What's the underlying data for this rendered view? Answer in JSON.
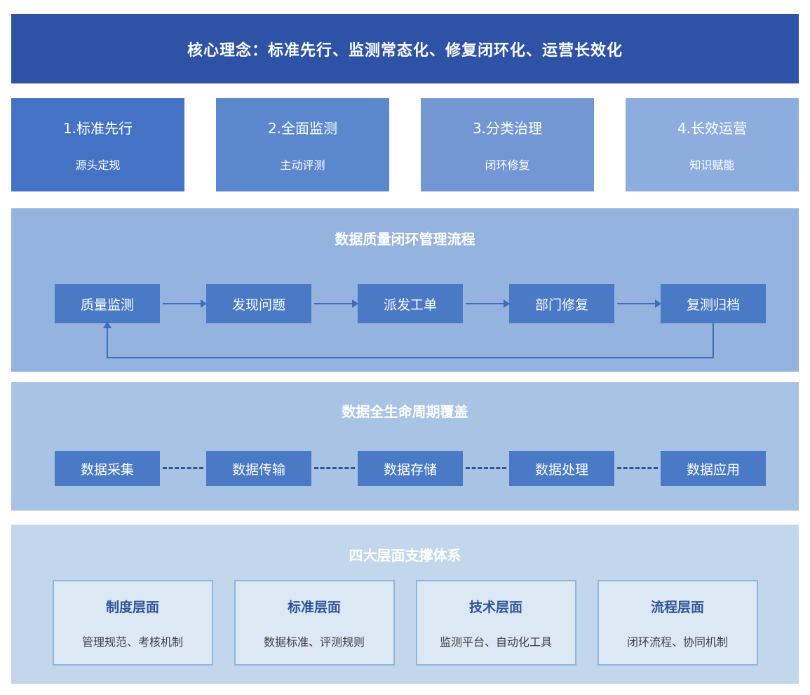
{
  "banner": {
    "text": "核心理念：标准先行、监测常态化、修复闭环化、运营长效化"
  },
  "pillars": [
    {
      "title": "1.标准先行",
      "subtitle": "源头定规",
      "color": "#4472c4"
    },
    {
      "title": "2.全面监测",
      "subtitle": "主动评测",
      "color": "#5b87ce"
    },
    {
      "title": "3.分类治理",
      "subtitle": "闭环修复",
      "color": "#7397d3"
    },
    {
      "title": "4.长效运营",
      "subtitle": "知识赋能",
      "color": "#8dadde"
    }
  ],
  "process_section": {
    "title": "数据质量闭环管理流程",
    "steps": [
      "质量监测",
      "发现问题",
      "派发工单",
      "部门修复",
      "复测归档"
    ],
    "flow": "closed-loop: last step feeds back to first step"
  },
  "lifecycle_section": {
    "title": "数据全生命周期覆盖",
    "stages": [
      "数据采集",
      "数据传输",
      "数据存储",
      "数据处理",
      "数据应用"
    ]
  },
  "support_section": {
    "title": "四大层面支撑体系",
    "items": [
      {
        "title": "制度层面",
        "subtitle": "管理规范、考核机制"
      },
      {
        "title": "标准层面",
        "subtitle": "数据标准、评测规则"
      },
      {
        "title": "技术层面",
        "subtitle": "监测平台、自动化工具"
      },
      {
        "title": "流程层面",
        "subtitle": "闭环流程、协同机制"
      }
    ]
  },
  "colors": {
    "banner_bg": "#2e52a5",
    "process_panel_bg": "#94b3de",
    "lifecycle_panel_bg": "#a9c3e5",
    "support_panel_bg": "#c3d7ec",
    "flow_box_bg": "#4a79c6",
    "arrow": "#3e6cbf",
    "dashed_connector": "#2f5597",
    "support_card_bg": "#dce9f5",
    "support_card_border": "#8fb7dd",
    "support_card_title": "#2e5498",
    "text_on_blue": "#ffffff"
  }
}
